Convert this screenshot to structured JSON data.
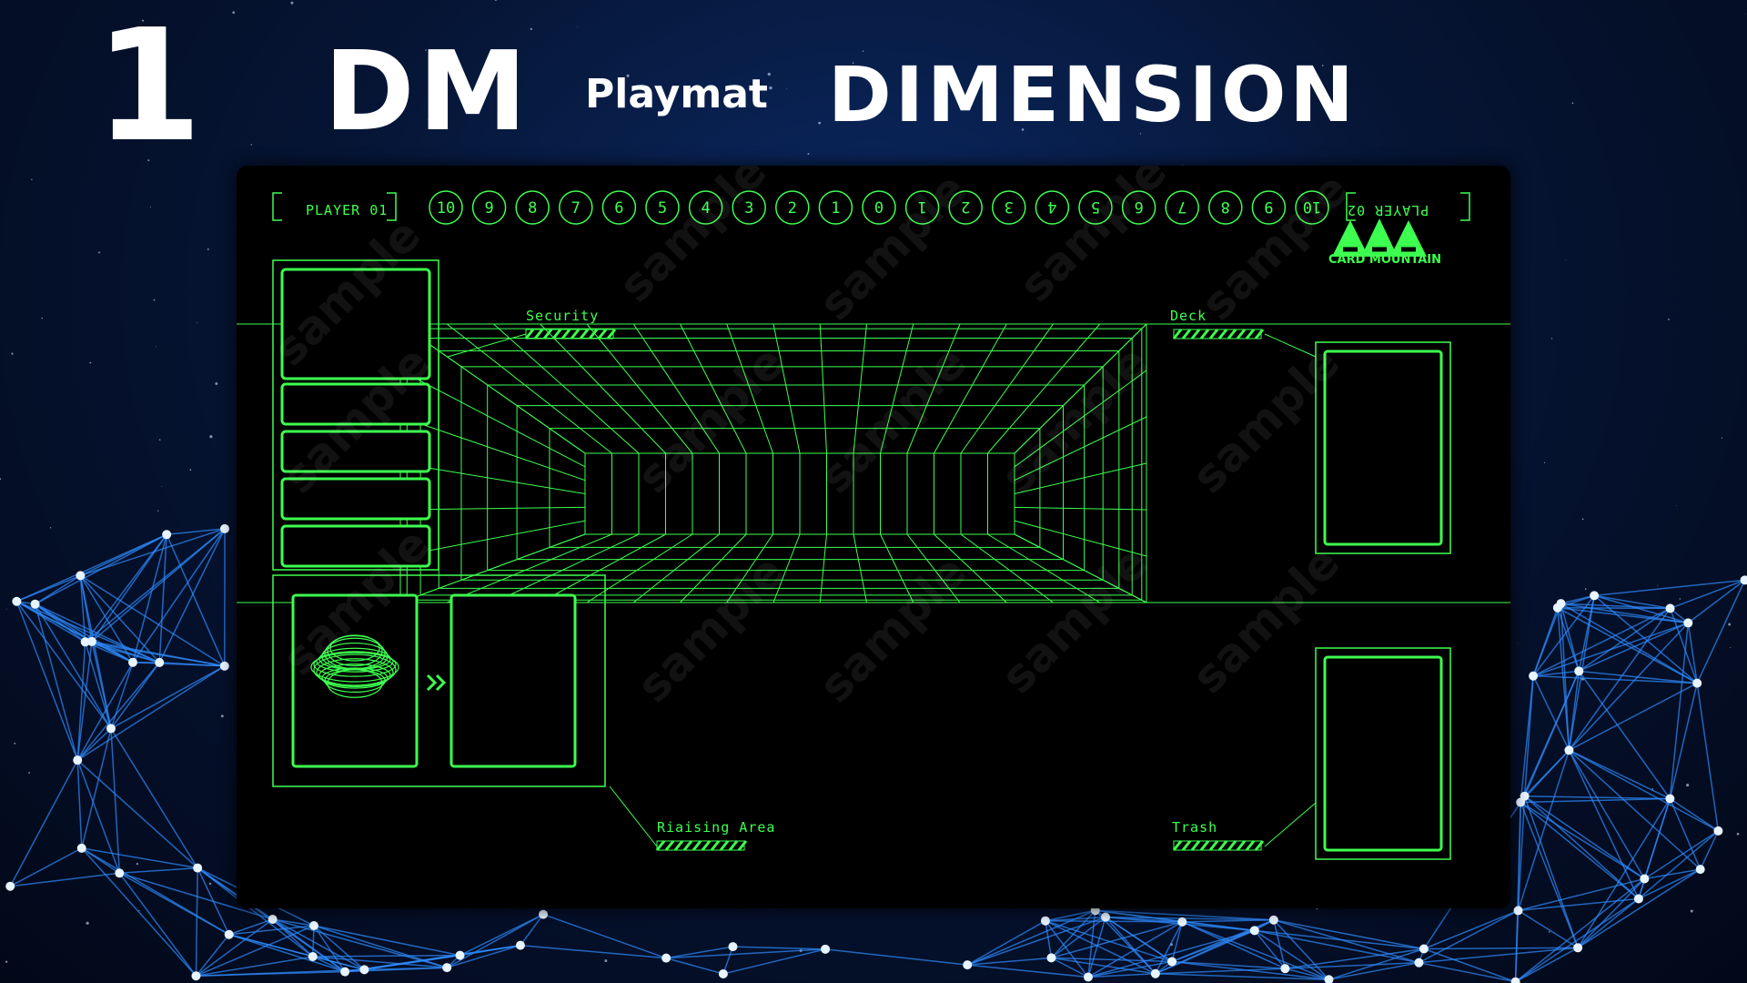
{
  "header": {
    "number": "1",
    "brand": "DM",
    "product": "Playmat",
    "design": "DIMENSION"
  },
  "playmat": {
    "player1": "PLAYER 01",
    "player2": "PLAYER 02",
    "counter": [
      "10",
      "9",
      "8",
      "7",
      "6",
      "5",
      "4",
      "3",
      "2",
      "1",
      "0",
      "1",
      "2",
      "3",
      "4",
      "5",
      "6",
      "7",
      "8",
      "9",
      "10"
    ],
    "zones": {
      "security": "Security",
      "deck": "Deck",
      "raising": "Riaising Area",
      "trash": "Trash"
    },
    "watermark": "sample",
    "logo_text": "CARD MOUNTAIN"
  },
  "colors": {
    "accent": "#3dff4f",
    "mat": "#000000",
    "background": "#061535"
  }
}
